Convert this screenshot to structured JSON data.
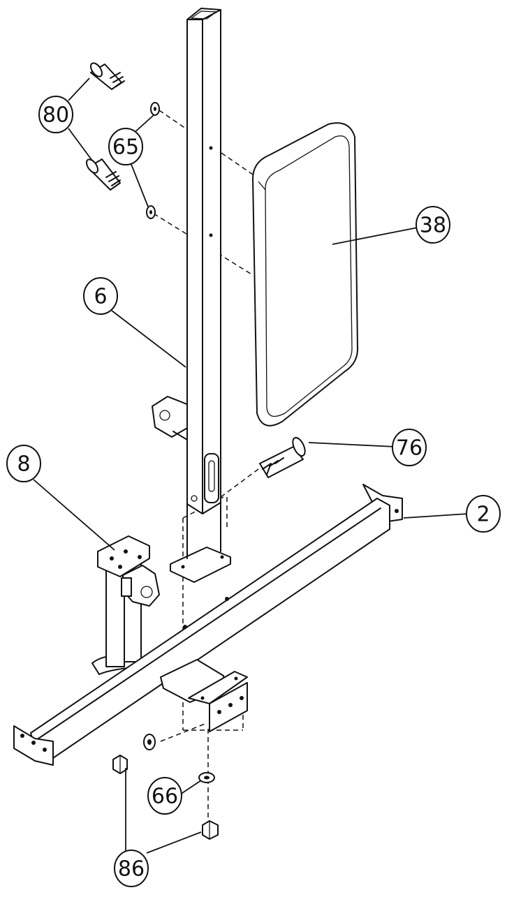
{
  "callouts": {
    "c80": "80",
    "c65": "65",
    "c38": "38",
    "c6": "6",
    "c8": "8",
    "c76": "76",
    "c2": "2",
    "c66": "66",
    "c86": "86"
  }
}
